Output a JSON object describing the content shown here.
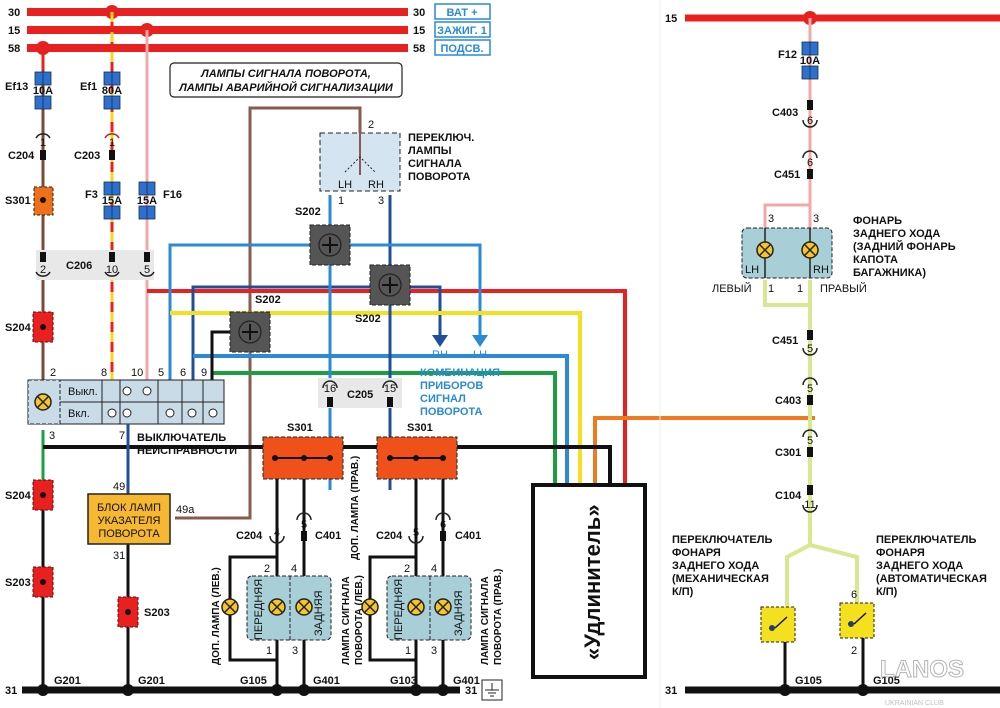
{
  "title": {
    "line1": "ЛАМПЫ СИГНАЛА ПОВОРОТА,",
    "line2": "ЛАМПЫ АВАРИЙНОЙ СИГНАЛИЗАЦИИ"
  },
  "buses": [
    {
      "num": "30",
      "tag": "ВАТ +"
    },
    {
      "num": "15",
      "tag": "ЗАЖИГ. 1"
    },
    {
      "num": "58",
      "tag": "ПОДСВ."
    }
  ],
  "fuses": {
    "ef13": {
      "name": "Ef13",
      "rating": "10A"
    },
    "ef1": {
      "name": "Ef1",
      "rating": "80A"
    },
    "f3": {
      "name": "F3",
      "rating": "15A"
    },
    "f16": {
      "name": "F16",
      "rating": "15A"
    },
    "f12": {
      "name": "F12",
      "rating": "10A"
    }
  },
  "connectors": {
    "c204_top": {
      "name": "C204",
      "pin": "1"
    },
    "c203": {
      "name": "C203",
      "pin": "1"
    },
    "c206": {
      "name": "C206",
      "pins": [
        "2",
        "10",
        "5"
      ]
    },
    "c205": {
      "name": "C205",
      "pins": [
        "16",
        "15"
      ]
    },
    "c204_l": {
      "name": "C204",
      "pin": "4"
    },
    "c401_l": {
      "name": "C401",
      "pin": "5"
    },
    "c204_r": {
      "name": "C204",
      "pin": "5"
    },
    "c401_r": {
      "name": "C401",
      "pin": "6"
    }
  },
  "splices": {
    "s301": "S301",
    "s204": "S204",
    "s203": "S203",
    "s202": "S202"
  },
  "turn_switch": {
    "label": [
      "ПЕРЕКЛЮЧ.",
      "ЛАМПЫ",
      "СИГНАЛА",
      "ПОВОРОТА"
    ],
    "lh": "LH",
    "rh": "RH",
    "pin_top": "2",
    "pin_l": "1",
    "pin_r": "3"
  },
  "hazard_switch": {
    "label1": "ВЫКЛЮЧАТЕЛЬ",
    "label2": "НЕИСПРАВНОСТИ",
    "off": "Выкл.",
    "on": "Вкл.",
    "pins_top": [
      "2",
      "8",
      "10",
      "5",
      "6",
      "9"
    ],
    "pins_bottom": [
      "3",
      "7"
    ]
  },
  "flasher": {
    "label": [
      "БЛОК ЛАМП",
      "УКАЗАТЕЛЯ",
      "ПОВОРОТА"
    ],
    "pin_in": "49",
    "pin_out": "49a",
    "pin_gnd": "31"
  },
  "cluster": {
    "rh": "RH",
    "lh": "LH",
    "label": [
      "КОМБИНАЦИЯ",
      "ПРИБОРОВ",
      "СИГНАЛ",
      "ПОВОРОТА"
    ]
  },
  "lamps": {
    "front": "ПЕРЕДНЯЯ",
    "rear": "ЗАДНЯЯ",
    "aux_left": "ДОП. ЛАМПА (ЛЕВ.)",
    "aux_right": "ДОП. ЛАМПА (ПРАВ.)",
    "turn_left": [
      "ЛАМПА СИГНАЛА",
      "ПОВОРОТА (ЛЕВ.)"
    ],
    "turn_right": [
      "ЛАМПА СИГНАЛА",
      "ПОВОРОТА (ПРАВ.)"
    ],
    "pins": [
      "2",
      "4",
      "1",
      "3"
    ]
  },
  "grounds": {
    "g201": "G201",
    "g105": "G105",
    "g401": "G401",
    "g103": "G103",
    "bus": "31"
  },
  "extender": {
    "label": "«Удлинитель»"
  },
  "reverse": {
    "bus": "15",
    "c403": "C403",
    "c451": "C451",
    "c301": "C301",
    "c104": "C104",
    "pin6": "6",
    "pin5": "5",
    "pin11": "11",
    "pin3": "3",
    "pin1": "1",
    "pin2": "2",
    "lamp_label": [
      "ФОНАРЬ",
      "ЗАДНЕГО ХОДА",
      "(ЗАДНИЙ ФОНАРЬ",
      "КАПОТА",
      "БАГАЖНИКА)"
    ],
    "left": "ЛЕВЫЙ",
    "right": "ПРАВЫЙ",
    "lh": "LH",
    "rh": "RH",
    "sw_manual": [
      "ПЕРЕКЛЮЧАТЕЛЬ",
      "ФОНАРЯ",
      "ЗАДНЕГО ХОДА",
      "(МЕХАНИЧЕСКАЯ",
      "К/П)"
    ],
    "sw_auto": [
      "ПЕРЕКЛЮЧАТЕЛЬ",
      "ФОНАРЯ",
      "ЗАДНЕГО ХОДА",
      "(АВТОМАТИЧЕСКАЯ",
      "К/П)"
    ],
    "ground": "G105",
    "ground_bus": "31"
  },
  "watermark": {
    "brand": "LANOS",
    "sub": "UKRAINIAN CLUB"
  }
}
